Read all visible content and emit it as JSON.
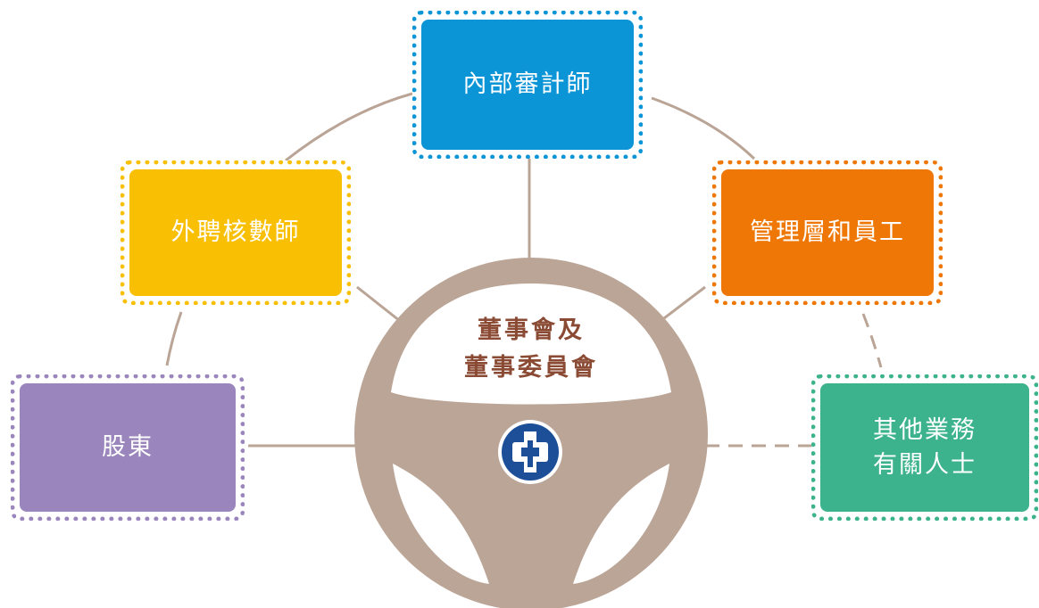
{
  "colors": {
    "connector": "#b9a496",
    "wheel": "#bba597",
    "center_text": "#8a4a33",
    "logo_ring": "#1d4f99",
    "internal_auditor": "#0b95d7",
    "external_auditor": "#f8bf03",
    "management": "#ee7705",
    "shareholders": "#9a86bc",
    "stakeholders": "#3cb38c"
  },
  "center": {
    "label": "董事會及\n董事委員會",
    "logo_icon": "ctbc-logo-icon"
  },
  "nodes": {
    "internal_auditor": {
      "label": "內部審計師"
    },
    "external_auditor": {
      "label": "外聘核數師"
    },
    "management": {
      "label": "管理層和員工"
    },
    "shareholders": {
      "label": "股東"
    },
    "stakeholders": {
      "label": "其他業務\n有關人士"
    }
  }
}
